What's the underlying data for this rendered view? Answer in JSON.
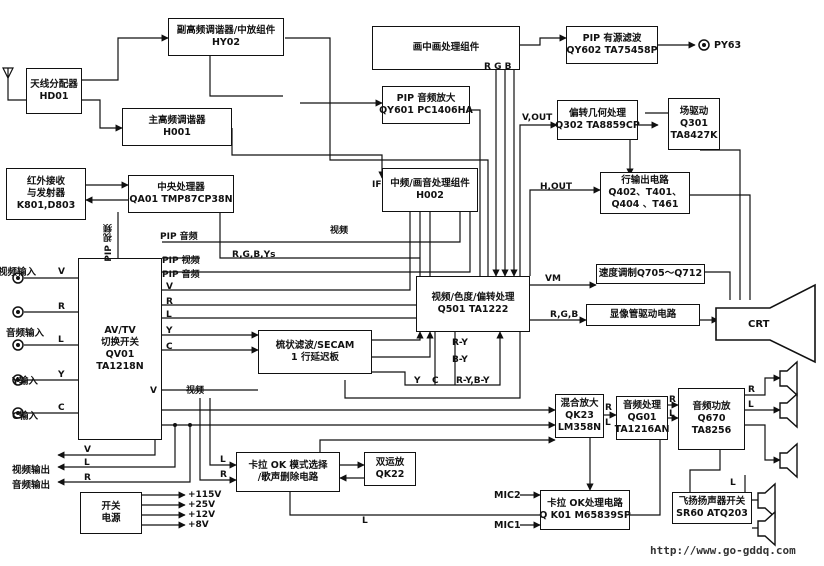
{
  "blocks": {
    "antenna_splitter": {
      "name": "天线分配器",
      "code": "HD01"
    },
    "sub_tuner": {
      "name": "副高频调谐器/中放组件",
      "code": "HY02"
    },
    "main_tuner": {
      "name": "主高频调谐器",
      "code": "H001"
    },
    "pip_proc": {
      "name": "画中画处理组件"
    },
    "pip_filter": {
      "name": "PIP 有源滤波",
      "code": "QY602 TA75458P"
    },
    "pip_audio": {
      "name": "PIP 音频放大",
      "code": "QY601 PC1406HA"
    },
    "ir": {
      "name": "红外接收",
      "name2": "与发射器",
      "code": "K801,D803"
    },
    "cpu": {
      "name": "中央处理器",
      "code": "QA01 TMP87CP38N"
    },
    "if_sound": {
      "name": "中频/画音处理组件",
      "code": "H002"
    },
    "deflection_geo": {
      "name": "偏转几何处理",
      "code": "Q302 TA8859CP"
    },
    "field_drive": {
      "name": "场驱动",
      "code": "Q301",
      "code2": "TA8427K"
    },
    "hout": {
      "name": "行输出电路",
      "code": "Q402、T401、",
      "code2": "Q404 、T461"
    },
    "velocity": {
      "name": "速度调制Q705～Q712"
    },
    "av_switch": {
      "name": "AV/TV",
      "name2": "切换开关",
      "code": "QV01",
      "code2": "TA1218N"
    },
    "video_proc": {
      "name": "视频/色度/偏转处理",
      "code": "Q501 TA1222"
    },
    "crt_drive": {
      "name": "显像管驱动电路"
    },
    "comb": {
      "name": "梳状滤波/SECAM",
      "name2": "1 行延迟板"
    },
    "mix_amp": {
      "name": "混合放大",
      "code": "QK23",
      "code2": "LM358N"
    },
    "audio_proc": {
      "name": "音频处理",
      "code": "QG01",
      "code2": "TA1216AN"
    },
    "audio_amp": {
      "name": "音频功放",
      "code": "Q670",
      "code2": "TA8256"
    },
    "karaoke_sel": {
      "name": "卡拉 OK 模式选择",
      "name2": "/歌声删除电路"
    },
    "dual_opamp": {
      "name": "双运放",
      "code": "QK22"
    },
    "speaker_sw": {
      "name": "飞扬扬声器开关",
      "code": "SR60 ATQ203"
    },
    "karaoke_proc": {
      "name": "卡拉 OK处理电路",
      "code": "Q K01 M65839SP"
    },
    "power": {
      "name": "开关",
      "name2": "电源"
    }
  },
  "crt": {
    "label": "CRT"
  },
  "io": {
    "video_in": "视频输入",
    "audio_in": "音频输入",
    "y_in": "Y输入",
    "c_in": "C输入",
    "video_out": "视频输出",
    "audio_out": "音频输出",
    "mic2": "MIC2",
    "mic1": "MIC1",
    "py63": "PY63"
  },
  "signals": {
    "rgb_top": "R G B",
    "v_out": "V,OUT",
    "h_out": "H,OUT",
    "if": "IF",
    "pip_video_vert": "PIP 视频",
    "pip_audio": "PIP 音频",
    "pip_video": "PIP 视频",
    "pip_audio2": "PIP 音频",
    "video": "视频",
    "rgbys": "R,G,B,Ys",
    "vm": "VM",
    "rgb_crt": "R,G,B",
    "v": "V",
    "r": "R",
    "l": "L",
    "y": "Y",
    "c": "C",
    "r_y": "R-Y",
    "b_y": "B-Y",
    "y2": "Y",
    "c2": "C",
    "ry_by": "R-Y,B-Y",
    "video2": "视频"
  },
  "power_rails": [
    "+115V",
    "+25V",
    "+12V",
    "+8V"
  ],
  "watermark": "http://www.go-gddq.com"
}
